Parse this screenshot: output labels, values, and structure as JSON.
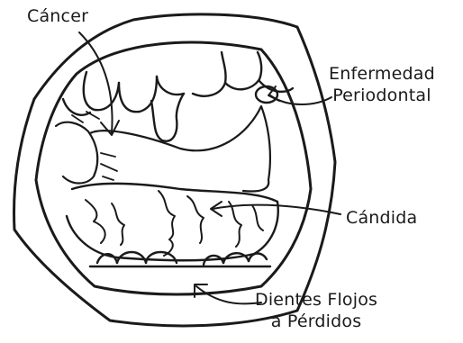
{
  "labels": {
    "cancer": "Cáncer",
    "periodontal_line1": "Enfermedad",
    "periodontal_line2": "Periodontal",
    "candida": "Cándida",
    "dientes_line1": "Dientes Flojos",
    "dientes_line2": "a Pérdidos"
  },
  "colors": {
    "ink": "#1a1a1a",
    "paper": "#ffffff"
  }
}
